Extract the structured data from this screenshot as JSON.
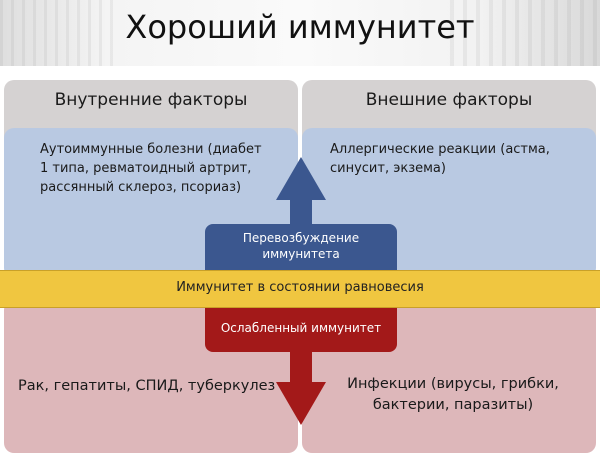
{
  "title": "Хороший иммунитет",
  "internal": {
    "header": "Внутренние факторы",
    "upper_text": "Аутоиммунные болезни (диабет 1 типа, ревматоидный артрит, рассянный склероз, псориаз)",
    "lower_text": "Рак, гепатиты, СПИД, туберкулез"
  },
  "external": {
    "header": "Внешние факторы",
    "upper_text": "Аллергические реакции (астма, синусит, экзема)",
    "lower_text": "Инфекции (вирусы, грибки, бактерии, паразиты)"
  },
  "overexcitation_label": "Перевозбуждение иммунитета",
  "balance_label": "Иммунитет в состоянии равновесия",
  "weakened_label": "Ослабленный иммунитет",
  "colors": {
    "blue_panel": "#b9c9e2",
    "red_panel": "#ddb7ba",
    "header_panel": "#d5d2d2",
    "blue_arrow": "#3b578f",
    "red_arrow": "#a31919",
    "balance_band": "#f0c640"
  }
}
